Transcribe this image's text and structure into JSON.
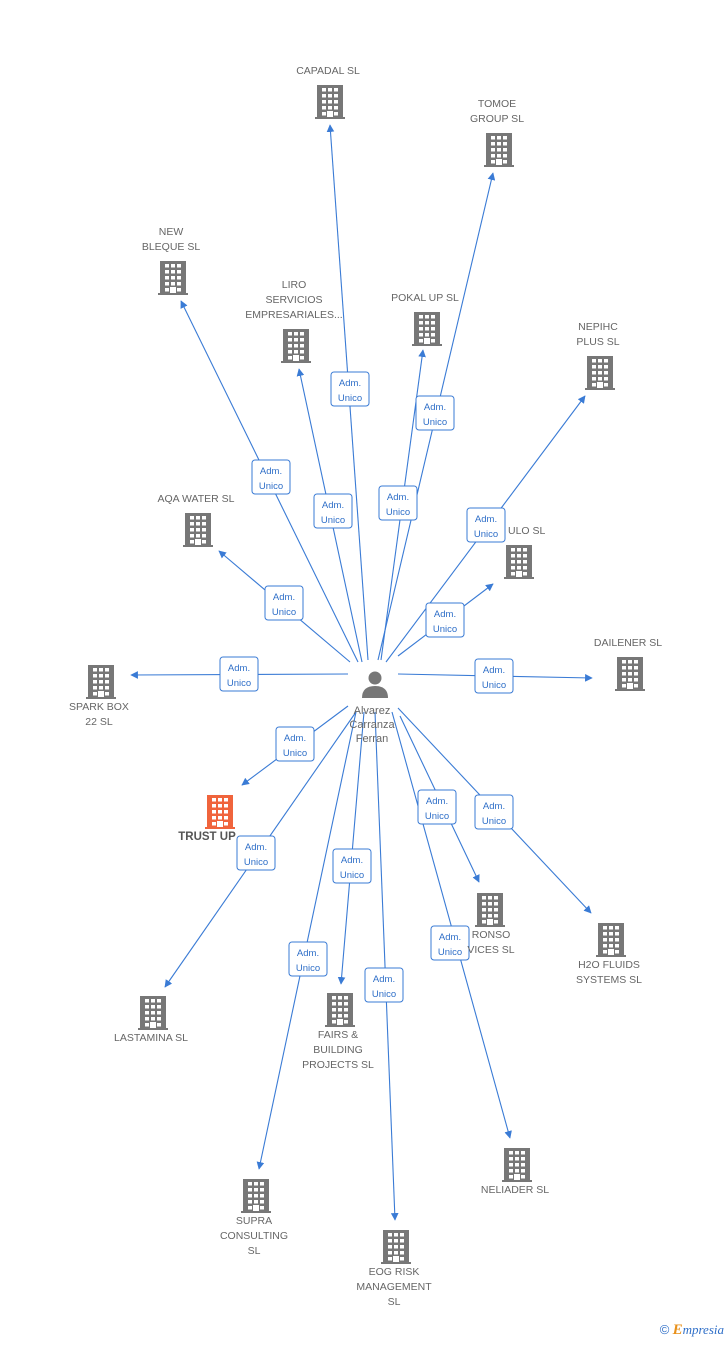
{
  "person": {
    "name_lines": [
      "Alvarez",
      "Carranza",
      "Ferran"
    ],
    "icon": "person-icon"
  },
  "role_label": [
    "Adm.",
    "Unico"
  ],
  "companies": [
    {
      "id": "capadal",
      "lines": [
        "CAPADAL  SL"
      ],
      "highlight": false
    },
    {
      "id": "tomoe",
      "lines": [
        "TOMOE",
        "GROUP  SL"
      ],
      "highlight": false
    },
    {
      "id": "new-bleque",
      "lines": [
        "NEW",
        "BLEQUE  SL"
      ],
      "highlight": false
    },
    {
      "id": "liro",
      "lines": [
        "LIRO",
        "SERVICIOS",
        "EMPRESARIALES..."
      ],
      "highlight": false
    },
    {
      "id": "pokal-up",
      "lines": [
        "POKAL UP  SL"
      ],
      "highlight": false
    },
    {
      "id": "nepihc",
      "lines": [
        "NEPIHC",
        "PLUS  SL"
      ],
      "highlight": false
    },
    {
      "id": "aqa-water",
      "lines": [
        "AQA WATER  SL"
      ],
      "highlight": false
    },
    {
      "id": "ulo",
      "lines": [
        "ULO  SL"
      ],
      "highlight": false
    },
    {
      "id": "dailener",
      "lines": [
        "DAILENER  SL"
      ],
      "highlight": false
    },
    {
      "id": "spark-box",
      "lines": [
        "SPARK BOX",
        "22  SL"
      ],
      "highlight": false
    },
    {
      "id": "trust-up",
      "lines": [
        "TRUST UP"
      ],
      "highlight": true
    },
    {
      "id": "ronso",
      "lines": [
        "RONSO",
        "VICES  SL"
      ],
      "highlight": false
    },
    {
      "id": "h2o-fluids",
      "lines": [
        "H2O FLUIDS",
        "SYSTEMS  SL"
      ],
      "highlight": false
    },
    {
      "id": "lastamina",
      "lines": [
        "LASTAMINA  SL"
      ],
      "highlight": false
    },
    {
      "id": "fairs-building",
      "lines": [
        "FAIRS &",
        "BUILDING",
        "PROJECTS  SL"
      ],
      "highlight": false
    },
    {
      "id": "neliader",
      "lines": [
        "NELIADER  SL"
      ],
      "highlight": false
    },
    {
      "id": "supra",
      "lines": [
        "SUPRA",
        "CONSULTING",
        "SL"
      ],
      "highlight": false
    },
    {
      "id": "eog-risk",
      "lines": [
        "EOG RISK",
        "MANAGEMENT",
        "SL"
      ],
      "highlight": false
    }
  ],
  "colors": {
    "edge": "#3a7bd5",
    "building": "#777777",
    "building_highlight": "#f0643c",
    "role_text": "#2f6fc8"
  },
  "footer": {
    "copyright": "©",
    "brand_initial": "E",
    "brand_rest": "mpresia"
  }
}
